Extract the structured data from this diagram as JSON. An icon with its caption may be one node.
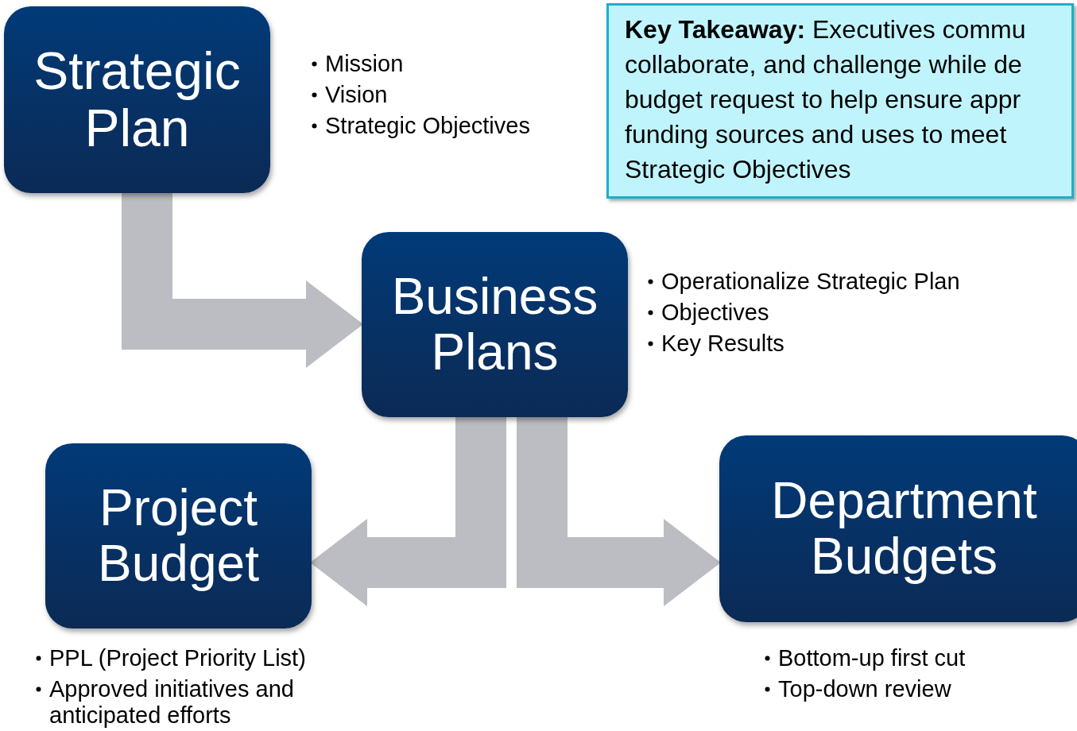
{
  "diagram": {
    "nodes": [
      {
        "text": [
          "Strategic Plan"
        ],
        "beside": [
          "Mission",
          "Vision",
          "Strategic Objectives"
        ]
      },
      {
        "text": [
          "Business Plans"
        ],
        "beside": [
          "Operationalize Strategic Plan",
          "Objectives",
          "Key Results"
        ]
      },
      {
        "text": [
          "Project Budget"
        ],
        "beside": [
          "PPL (Project Priority List)",
          "Approved initiatives and anticipated efforts"
        ]
      },
      {
        "text": [
          "Department Budgets"
        ],
        "beside": [
          "Bottom-up first cut",
          "Top-down review"
        ]
      },
      {
        "text": [
          "**Key Takeaway:** Executives commu collaborate, and challenge while de budget request to help ensure appr funding sources and uses to meet Strategic Objectives"
        ]
      }
    ],
    "edges": [
      {
        "from": 0,
        "to": 1,
        "arrow": "to"
      },
      {
        "from": 1,
        "to": 2,
        "arrow": "to"
      },
      {
        "from": 1,
        "to": 3,
        "arrow": "to"
      }
    ]
  }
}
